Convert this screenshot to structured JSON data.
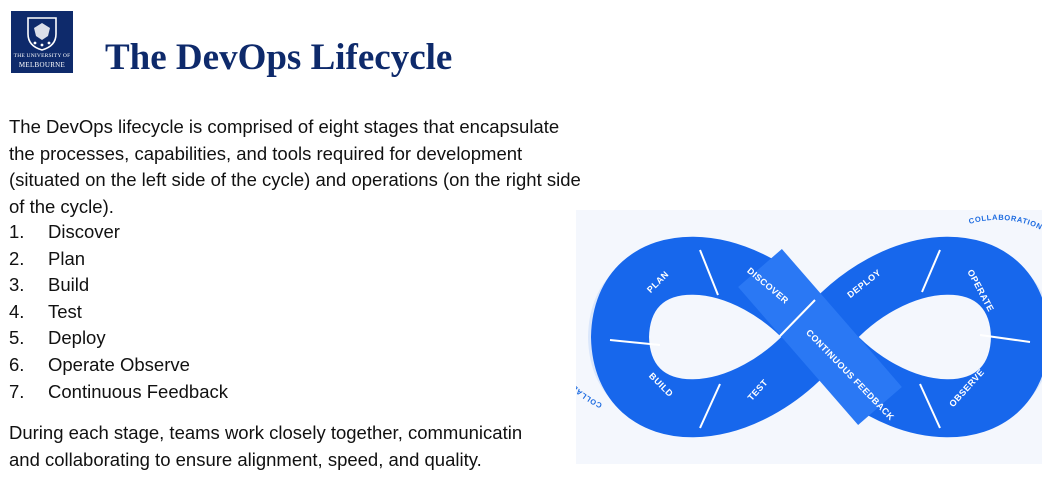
{
  "logo": {
    "line1": "THE UNIVERSITY OF",
    "line2": "MELBOURNE"
  },
  "title": "The DevOps Lifecycle",
  "intro": "The DevOps lifecycle is comprised of eight stages that encapsulate the processes, capabilities, and tools required for development (situated on the left side of the cycle) and operations (on the right side of the cycle).",
  "stages": [
    {
      "num": "1.",
      "label": "Discover"
    },
    {
      "num": "2.",
      "label": "Plan"
    },
    {
      "num": "3.",
      "label": "Build"
    },
    {
      "num": "4.",
      "label": "Test"
    },
    {
      "num": "5.",
      "label": "Deploy"
    },
    {
      "num": "6.",
      "label": "Operate Observe"
    },
    {
      "num": "7.",
      "label": "Continuous Feedback"
    }
  ],
  "outro": {
    "line1": "During each stage, teams work closely together, communicatin",
    "line2": "and collaborating to ensure alignment, speed, and quality."
  },
  "diagram": {
    "ring_text_left": "COLLABORATION AND COMMUNICATION",
    "ring_text_right": "COLLABORATION AND COMMUNICATION",
    "labels": {
      "plan": "PLAN",
      "discover": "DISCOVER",
      "build": "BUILD",
      "test": "TEST",
      "deploy": "DEPLOY",
      "operate": "OPERATE",
      "observe": "OBSERVE",
      "feedback": "CONTINUOUS FEEDBACK"
    },
    "colors": {
      "band": "#1767ec",
      "ring": "#dbe7fb",
      "ring_text": "#1b6ae0",
      "divider": "#ffffff",
      "background": "#f4f7fd"
    }
  }
}
